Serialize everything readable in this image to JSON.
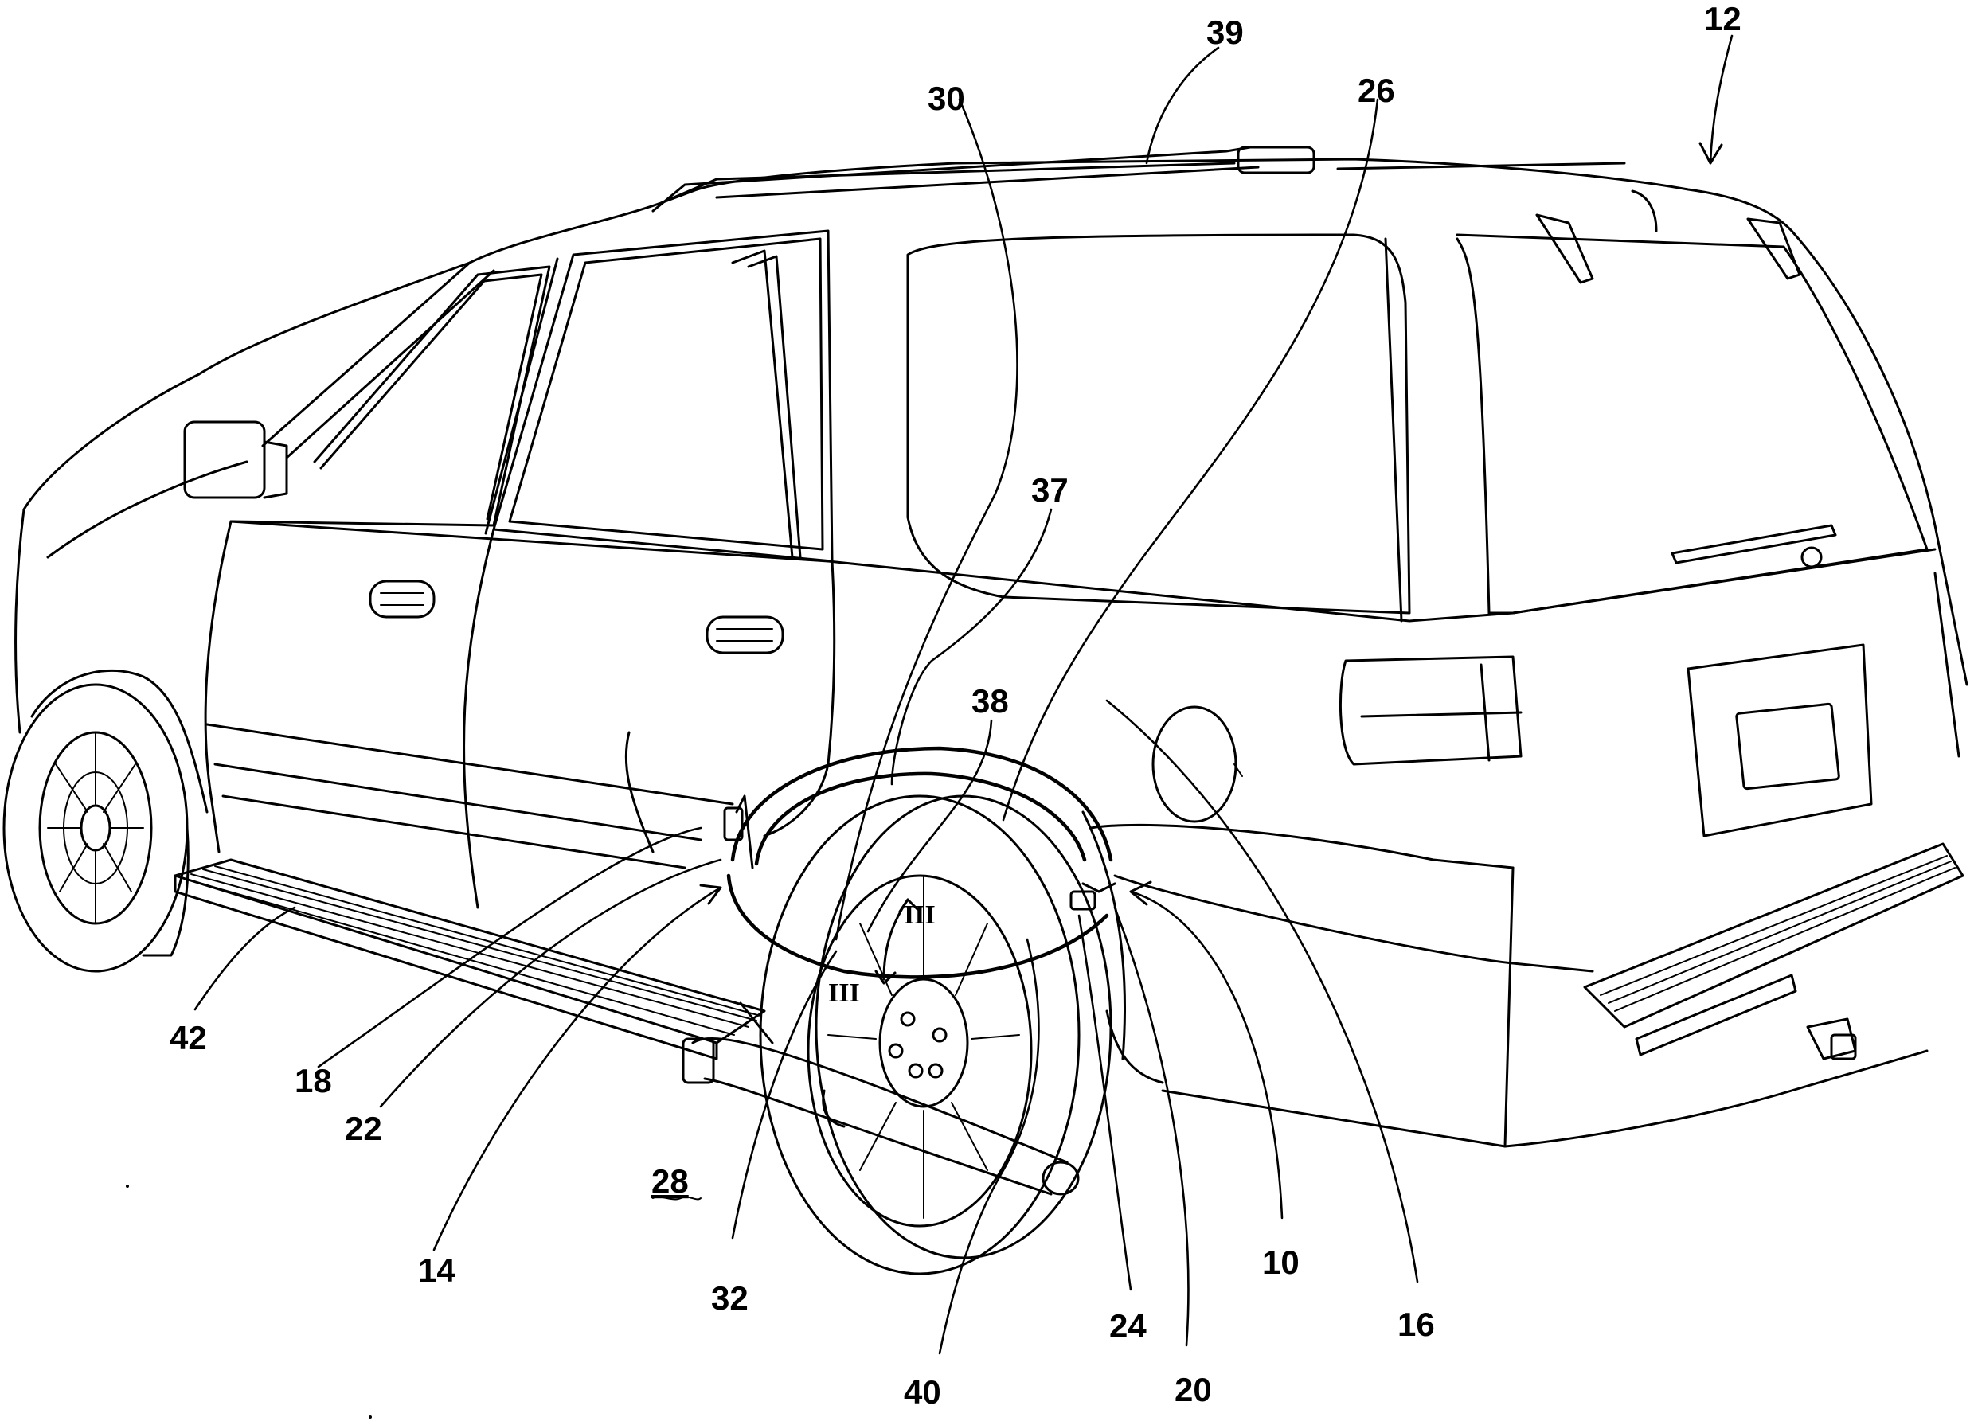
{
  "figure": {
    "reference_numerals": [
      {
        "id": "ref-12",
        "text": "12"
      },
      {
        "id": "ref-39",
        "text": "39"
      },
      {
        "id": "ref-30",
        "text": "30"
      },
      {
        "id": "ref-26",
        "text": "26"
      },
      {
        "id": "ref-37",
        "text": "37"
      },
      {
        "id": "ref-38",
        "text": "38"
      },
      {
        "id": "ref-42",
        "text": "42"
      },
      {
        "id": "ref-18",
        "text": "18"
      },
      {
        "id": "ref-22",
        "text": "22"
      },
      {
        "id": "ref-14",
        "text": "14"
      },
      {
        "id": "ref-28",
        "text": "28"
      },
      {
        "id": "ref-32",
        "text": "32"
      },
      {
        "id": "ref-40",
        "text": "40"
      },
      {
        "id": "ref-24",
        "text": "24"
      },
      {
        "id": "ref-20",
        "text": "20"
      },
      {
        "id": "ref-10",
        "text": "10"
      },
      {
        "id": "ref-16",
        "text": "16"
      }
    ],
    "section_markers": {
      "upper": "III",
      "lower": "III"
    },
    "subject": "vehicle-perspective-line-drawing"
  }
}
